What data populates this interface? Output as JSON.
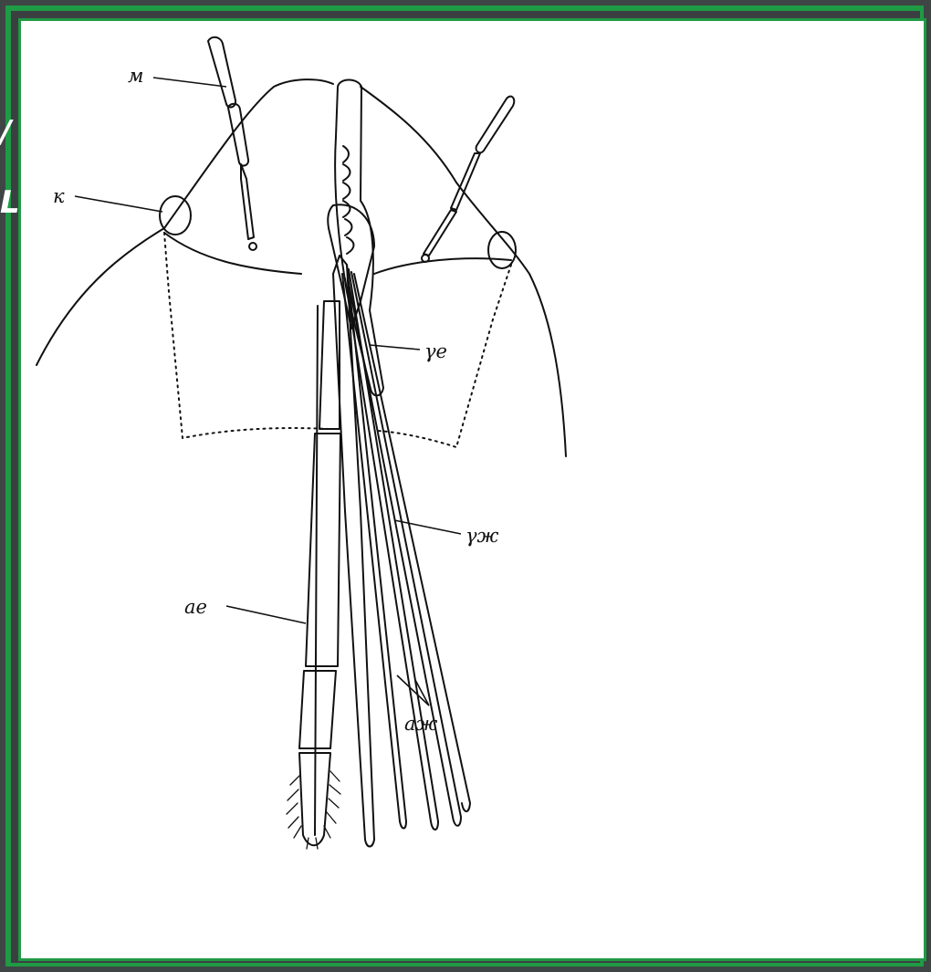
{
  "slide_fragments": [
    "/",
    "L"
  ],
  "labels": {
    "m": "м",
    "k": "к",
    "ye": "γе",
    "yzh": "γж",
    "ae": "ае",
    "azh": "аж"
  },
  "colors": {
    "frame_green": "#1f9a45",
    "frame_dark": "#3c3f41",
    "panel": "#ffffff",
    "ink": "#111111"
  }
}
